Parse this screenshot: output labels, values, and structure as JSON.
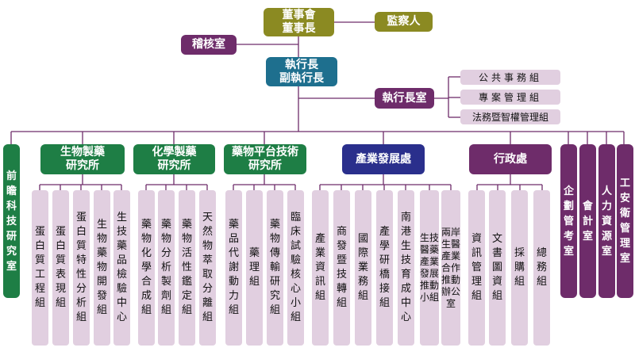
{
  "top": {
    "board": "董事會\n董事長",
    "supervisor": "監察人",
    "audit": "稽核室",
    "ceo": "執行長\n副執行長",
    "ceo_office": "執行長室"
  },
  "ceo_office_groups": [
    "公共事務組",
    "專案管理組",
    "法務暨智權管理組"
  ],
  "frontier_lab": "前瞻科技研究室",
  "divisions": {
    "bio": {
      "title": "生物製藥\n研究所",
      "groups": [
        "蛋白質工程組",
        "蛋白質表現組",
        "蛋白質特性分析組",
        "生物藥物開發組",
        "生技藥品檢驗中心"
      ]
    },
    "chem": {
      "title": "化學製藥\n研究所",
      "groups": [
        "藥物化學合成組",
        "藥物分析製劑組",
        "藥物活性鑑定組",
        "天然物萃取分離組"
      ]
    },
    "platform": {
      "title": "藥物平台技術\n研究所",
      "groups": [
        "藥品代謝動力組",
        "藥理組",
        "藥物傳輸研究組",
        "臨床試驗核心小組"
      ]
    },
    "industry": {
      "title": "產業發展處",
      "groups": [
        "產業資訊組",
        "商發暨技轉組",
        "國際業務組",
        "產學研橋接組",
        "南港生技育成中心",
        "生技醫藥產業發展推動小組",
        "兩岸生醫產業合作推動辦公室"
      ]
    },
    "admin": {
      "title": "行政處",
      "groups": [
        "資訊管理組",
        "文書圖資組",
        "採購組",
        "總務組"
      ]
    }
  },
  "offices": [
    "企劃管考室",
    "會計室",
    "人力資源室",
    "工安衛管理室"
  ]
}
